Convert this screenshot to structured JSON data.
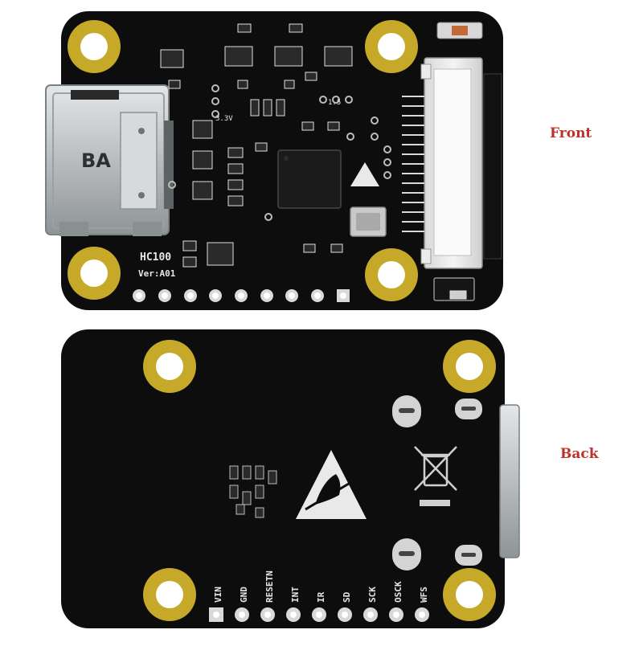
{
  "labels": {
    "front": "Front",
    "back": "Back"
  },
  "front_board": {
    "connector_text": "BA",
    "model": "HC100",
    "version": "Ver:A01",
    "silk_33v": "3.3V",
    "silk_15v": "1.5"
  },
  "back_board": {
    "pins": [
      "VIN",
      "GND",
      "RESETN",
      "INT",
      "IR",
      "SD",
      "SCK",
      "OSCK",
      "WFS"
    ]
  },
  "colors": {
    "pcb": "#0d0d0d",
    "pad_gold": "#c7a92a",
    "silk": "#e6e6e6",
    "label_red": "#c0302a",
    "metal": "#bfc3c6"
  }
}
